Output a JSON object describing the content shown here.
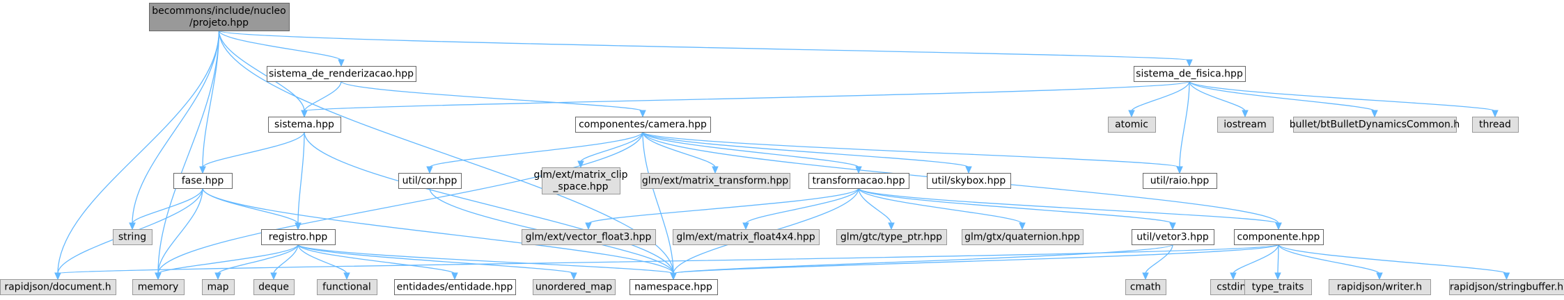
{
  "colors": {
    "edge": "#63b8ff",
    "file_fill": "#ffffff",
    "file_stroke": "#666666",
    "external_fill": "#e0e0e0",
    "external_stroke": "#999999",
    "root_fill": "#999999"
  },
  "nodes": [
    {
      "id": "projeto",
      "kind": "root",
      "lines": [
        "becommons/include/nucleo",
        "/projeto.hpp"
      ]
    },
    {
      "id": "sistema_de_renderizacao",
      "kind": "file",
      "lines": [
        "sistema_de_renderizacao.hpp"
      ]
    },
    {
      "id": "sistema_de_fisica",
      "kind": "file",
      "lines": [
        "sistema_de_fisica.hpp"
      ]
    },
    {
      "id": "sistema",
      "kind": "file",
      "lines": [
        "sistema.hpp"
      ]
    },
    {
      "id": "camera",
      "kind": "file",
      "lines": [
        "componentes/camera.hpp"
      ]
    },
    {
      "id": "atomic",
      "kind": "ext",
      "lines": [
        "atomic"
      ]
    },
    {
      "id": "iostream",
      "kind": "ext",
      "lines": [
        "iostream"
      ]
    },
    {
      "id": "bullet",
      "kind": "ext",
      "lines": [
        "bullet/btBulletDynamicsCommon.h"
      ]
    },
    {
      "id": "thread",
      "kind": "ext",
      "lines": [
        "thread"
      ]
    },
    {
      "id": "fase",
      "kind": "file",
      "lines": [
        "fase.hpp"
      ]
    },
    {
      "id": "cor",
      "kind": "file",
      "lines": [
        "util/cor.hpp"
      ]
    },
    {
      "id": "matrix_clip",
      "kind": "ext",
      "lines": [
        "glm/ext/matrix_clip",
        "_space.hpp"
      ]
    },
    {
      "id": "matrix_transform",
      "kind": "ext",
      "lines": [
        "glm/ext/matrix_transform.hpp"
      ]
    },
    {
      "id": "transformacao",
      "kind": "file",
      "lines": [
        "transformacao.hpp"
      ]
    },
    {
      "id": "skybox",
      "kind": "file",
      "lines": [
        "util/skybox.hpp"
      ]
    },
    {
      "id": "raio",
      "kind": "file",
      "lines": [
        "util/raio.hpp"
      ]
    },
    {
      "id": "string",
      "kind": "ext",
      "lines": [
        "string"
      ]
    },
    {
      "id": "registro",
      "kind": "file",
      "lines": [
        "registro.hpp"
      ]
    },
    {
      "id": "vector_float3",
      "kind": "ext",
      "lines": [
        "glm/ext/vector_float3.hpp"
      ]
    },
    {
      "id": "matrix_float4x4",
      "kind": "ext",
      "lines": [
        "glm/ext/matrix_float4x4.hpp"
      ]
    },
    {
      "id": "type_ptr",
      "kind": "ext",
      "lines": [
        "glm/gtc/type_ptr.hpp"
      ]
    },
    {
      "id": "quaternion",
      "kind": "ext",
      "lines": [
        "glm/gtx/quaternion.hpp"
      ]
    },
    {
      "id": "vetor3",
      "kind": "file",
      "lines": [
        "util/vetor3.hpp"
      ]
    },
    {
      "id": "componente",
      "kind": "file",
      "lines": [
        "componente.hpp"
      ]
    },
    {
      "id": "document",
      "kind": "ext",
      "lines": [
        "rapidjson/document.h"
      ]
    },
    {
      "id": "memory",
      "kind": "ext",
      "lines": [
        "memory"
      ]
    },
    {
      "id": "map",
      "kind": "ext",
      "lines": [
        "map"
      ]
    },
    {
      "id": "deque",
      "kind": "ext",
      "lines": [
        "deque"
      ]
    },
    {
      "id": "functional",
      "kind": "ext",
      "lines": [
        "functional"
      ]
    },
    {
      "id": "entidade",
      "kind": "file",
      "lines": [
        "entidades/entidade.hpp"
      ]
    },
    {
      "id": "unordered_map",
      "kind": "ext",
      "lines": [
        "unordered_map"
      ]
    },
    {
      "id": "namespace",
      "kind": "file",
      "lines": [
        "namespace.hpp"
      ]
    },
    {
      "id": "cmath",
      "kind": "ext",
      "lines": [
        "cmath"
      ]
    },
    {
      "id": "cstdint",
      "kind": "ext",
      "lines": [
        "cstdint"
      ]
    },
    {
      "id": "type_traits",
      "kind": "ext",
      "lines": [
        "type_traits"
      ]
    },
    {
      "id": "writer",
      "kind": "ext",
      "lines": [
        "rapidjson/writer.h"
      ]
    },
    {
      "id": "stringbuffer",
      "kind": "ext",
      "lines": [
        "rapidjson/stringbuffer.h"
      ]
    }
  ],
  "edges": [
    [
      "projeto",
      "sistema_de_renderizacao"
    ],
    [
      "projeto",
      "sistema_de_fisica"
    ],
    [
      "projeto",
      "sistema"
    ],
    [
      "projeto",
      "fase"
    ],
    [
      "projeto",
      "string"
    ],
    [
      "projeto",
      "memory"
    ],
    [
      "projeto",
      "document"
    ],
    [
      "projeto",
      "namespace"
    ],
    [
      "sistema_de_renderizacao",
      "sistema"
    ],
    [
      "sistema_de_renderizacao",
      "camera"
    ],
    [
      "sistema_de_fisica",
      "sistema"
    ],
    [
      "sistema_de_fisica",
      "atomic"
    ],
    [
      "sistema_de_fisica",
      "iostream"
    ],
    [
      "sistema_de_fisica",
      "bullet"
    ],
    [
      "sistema_de_fisica",
      "thread"
    ],
    [
      "sistema_de_fisica",
      "raio"
    ],
    [
      "sistema",
      "fase"
    ],
    [
      "sistema",
      "registro"
    ],
    [
      "sistema",
      "namespace"
    ],
    [
      "camera",
      "memory"
    ],
    [
      "camera",
      "cor"
    ],
    [
      "camera",
      "matrix_clip"
    ],
    [
      "camera",
      "matrix_transform"
    ],
    [
      "camera",
      "transformacao"
    ],
    [
      "camera",
      "skybox"
    ],
    [
      "camera",
      "raio"
    ],
    [
      "camera",
      "componente"
    ],
    [
      "camera",
      "namespace"
    ],
    [
      "fase",
      "string"
    ],
    [
      "fase",
      "memory"
    ],
    [
      "fase",
      "document"
    ],
    [
      "fase",
      "registro"
    ],
    [
      "fase",
      "namespace"
    ],
    [
      "cor",
      "namespace"
    ],
    [
      "transformacao",
      "vector_float3"
    ],
    [
      "transformacao",
      "matrix_float4x4"
    ],
    [
      "transformacao",
      "type_ptr"
    ],
    [
      "transformacao",
      "quaternion"
    ],
    [
      "transformacao",
      "vetor3"
    ],
    [
      "transformacao",
      "componente"
    ],
    [
      "transformacao",
      "namespace"
    ],
    [
      "registro",
      "memory"
    ],
    [
      "registro",
      "map"
    ],
    [
      "registro",
      "deque"
    ],
    [
      "registro",
      "functional"
    ],
    [
      "registro",
      "entidade"
    ],
    [
      "registro",
      "unordered_map"
    ],
    [
      "registro",
      "namespace"
    ],
    [
      "vetor3",
      "cmath"
    ],
    [
      "vetor3",
      "namespace"
    ],
    [
      "componente",
      "document"
    ],
    [
      "componente",
      "namespace"
    ],
    [
      "componente",
      "cstdint"
    ],
    [
      "componente",
      "type_traits"
    ],
    [
      "componente",
      "writer"
    ],
    [
      "componente",
      "stringbuffer"
    ]
  ]
}
